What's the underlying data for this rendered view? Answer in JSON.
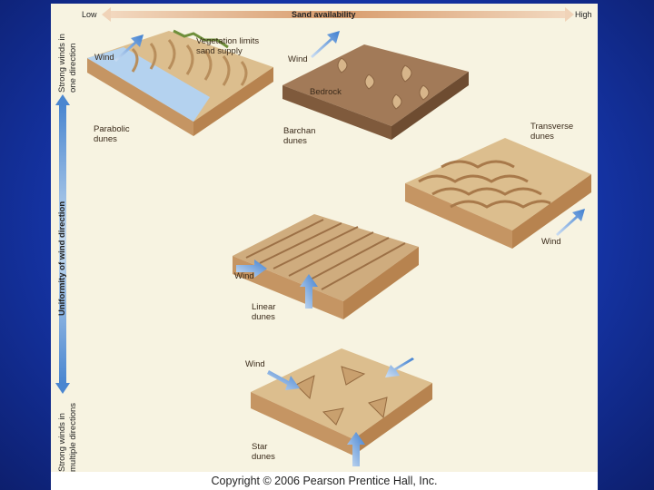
{
  "header": {
    "low": "Low",
    "title": "Sand availability",
    "high": "High"
  },
  "vertical_axis": {
    "top_label_line1": "Strong winds in",
    "top_label_line2": "one direction",
    "middle_label": "Uniformity of wind direction",
    "bottom_label_line1": "Strong winds in",
    "bottom_label_line2": "multiple directions"
  },
  "blocks": {
    "parabolic": {
      "wind": "Wind",
      "note_line1": "Vegetation limits",
      "note_line2": "sand supply",
      "name_line1": "Parabolic",
      "name_line2": "dunes"
    },
    "barchan": {
      "wind": "Wind",
      "note": "Bedrock",
      "name_line1": "Barchan",
      "name_line2": "dunes"
    },
    "transverse": {
      "wind": "Wind",
      "name_line1": "Transverse",
      "name_line2": "dunes"
    },
    "linear": {
      "wind": "Wind",
      "name_line1": "Linear",
      "name_line2": "dunes"
    },
    "star": {
      "wind": "Wind",
      "name_line1": "Star",
      "name_line2": "dunes"
    }
  },
  "copyright": "Copyright © 2006 Pearson Prentice Hall, Inc.",
  "colors": {
    "sand_top": "#d9b98a",
    "sand_side": "#c79a64",
    "bedrock_top": "#a0785a",
    "water": "#a9c9e8",
    "arrow": "#4a86d0",
    "header_bar": "#d69a6a"
  }
}
